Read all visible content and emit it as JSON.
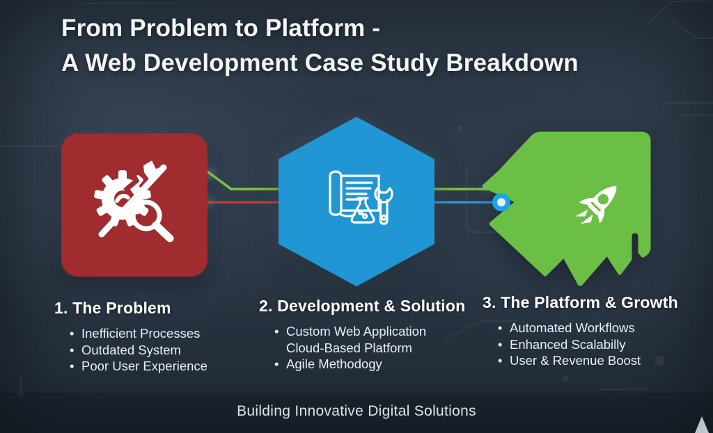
{
  "title": {
    "line1": "From Problem to Platform -",
    "line2": "A Web Development Case Study Breakdown"
  },
  "stages": [
    {
      "heading": "1. The Problem",
      "shape": "rounded-square",
      "shape_color": "#a02c30",
      "icon": "broken-gear-magnifier-icon",
      "items": [
        "Inefficient Processes",
        "Outdated System",
        "Poor User Experience"
      ]
    },
    {
      "heading": "2. Development & Solution",
      "shape": "hexagon",
      "shape_color": "#2196d4",
      "icon": "blueprint-wrench-flask-icon",
      "items": [
        "Custom Web Application",
        "Cloud-Based Platform",
        "Agile Methodogy"
      ]
    },
    {
      "heading": "3. The Platform & Growth",
      "shape": "arrow-badge",
      "shape_color": "#6cbf45",
      "icon": "rocket-icon",
      "items": [
        "Automated Workflows",
        "Enhanced Scalabilly",
        "User & Revenue Boost"
      ]
    }
  ],
  "footer": {
    "tagline": "Building Innovative Digital Solutions"
  },
  "connectors": {
    "green_line": "#7cc742",
    "red_line": "#c13a30",
    "blue_line": "#1e9cd8",
    "node_ring": "#18a6e6",
    "node_core": "#e9eff3"
  },
  "colors": {
    "background": "#2a3644"
  }
}
